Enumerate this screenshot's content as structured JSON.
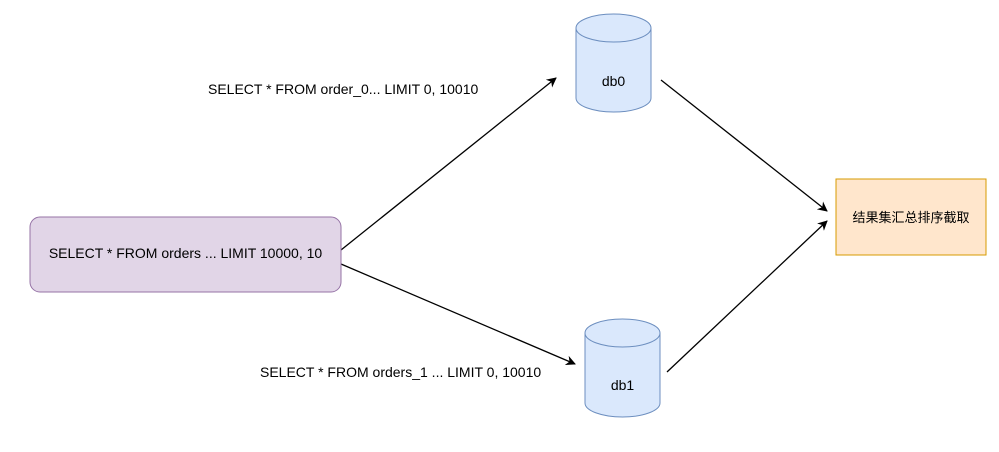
{
  "source_node": {
    "label": "SELECT * FROM orders ... LIMIT 10000, 10",
    "fill": "#e1d5e7",
    "stroke": "#9673a6"
  },
  "db_nodes": [
    {
      "label": "db0",
      "fill": "#dae8fc",
      "stroke": "#6c8ebf"
    },
    {
      "label": "db1",
      "fill": "#dae8fc",
      "stroke": "#6c8ebf"
    }
  ],
  "result_node": {
    "label": "结果集汇总排序截取",
    "fill": "#ffe6cc",
    "stroke": "#d79b00"
  },
  "edge_labels": {
    "to_db0": "SELECT * FROM order_0... LIMIT 0, 10010",
    "to_db1": "SELECT * FROM orders_1 ... LIMIT 0, 10010"
  },
  "line_color": "#000000"
}
